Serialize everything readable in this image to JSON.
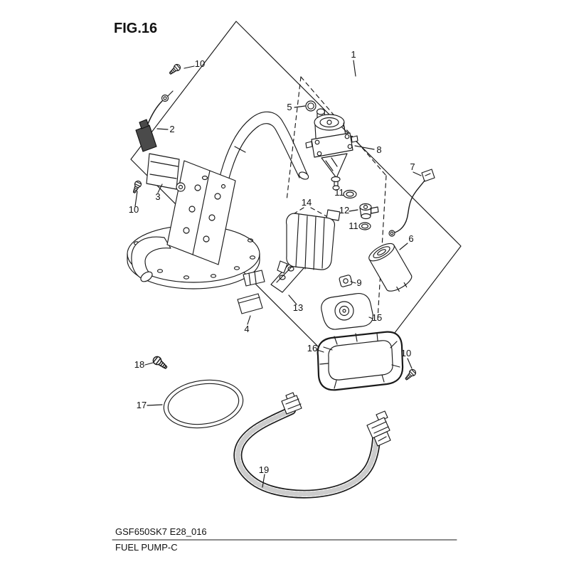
{
  "title": "FIG.16",
  "diagram": {
    "labels": [
      "1",
      "2",
      "3",
      "4",
      "5",
      "6",
      "7",
      "8",
      "9",
      "10",
      "10",
      "10",
      "11",
      "11",
      "12",
      "13",
      "14",
      "15",
      "16",
      "17",
      "18",
      "19"
    ]
  },
  "footer": {
    "code": "GSF650SK7 E28_016",
    "caption": "FUEL PUMP-C"
  },
  "colors": {
    "line": "#1a1a1a",
    "background": "#ffffff"
  }
}
